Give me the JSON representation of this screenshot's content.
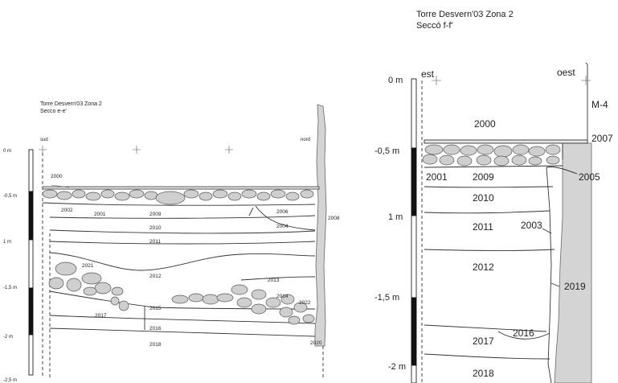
{
  "left_section": {
    "title": "Torre Desvern'03 Zona 2",
    "subtitle": "Secco e-e'",
    "orient_left": "sud",
    "orient_right": "nord",
    "scale_labels": [
      "0 m",
      "-0,5 m",
      "1 m",
      "-1,5 m",
      "-2 m",
      "-2,5 m"
    ],
    "units": [
      "2000",
      "2002",
      "2001",
      "2009",
      "2006",
      "2004",
      "2008",
      "2010",
      "2011",
      "2021",
      "2012",
      "2013",
      "2014",
      "2022",
      "2017",
      "2015",
      "2016",
      "2018",
      "2020"
    ]
  },
  "right_section": {
    "title": "Torre Desvern'03 Zona 2",
    "subtitle": "Seccó f-f'",
    "orient_left": "est",
    "orient_right": "oest",
    "wall_label": "M-4",
    "scale_labels": [
      "0 m",
      "-0,5 m",
      "1 m",
      "-1,5 m",
      "-2 m"
    ],
    "units": [
      "2000",
      "2007",
      "2001",
      "2009",
      "2005",
      "2010",
      "2011",
      "2003",
      "2012",
      "2019",
      "2017",
      "2016",
      "2018"
    ]
  },
  "colors": {
    "stone": "#cfcfcf",
    "wall": "#d4d4d4",
    "ink": "#222222"
  }
}
